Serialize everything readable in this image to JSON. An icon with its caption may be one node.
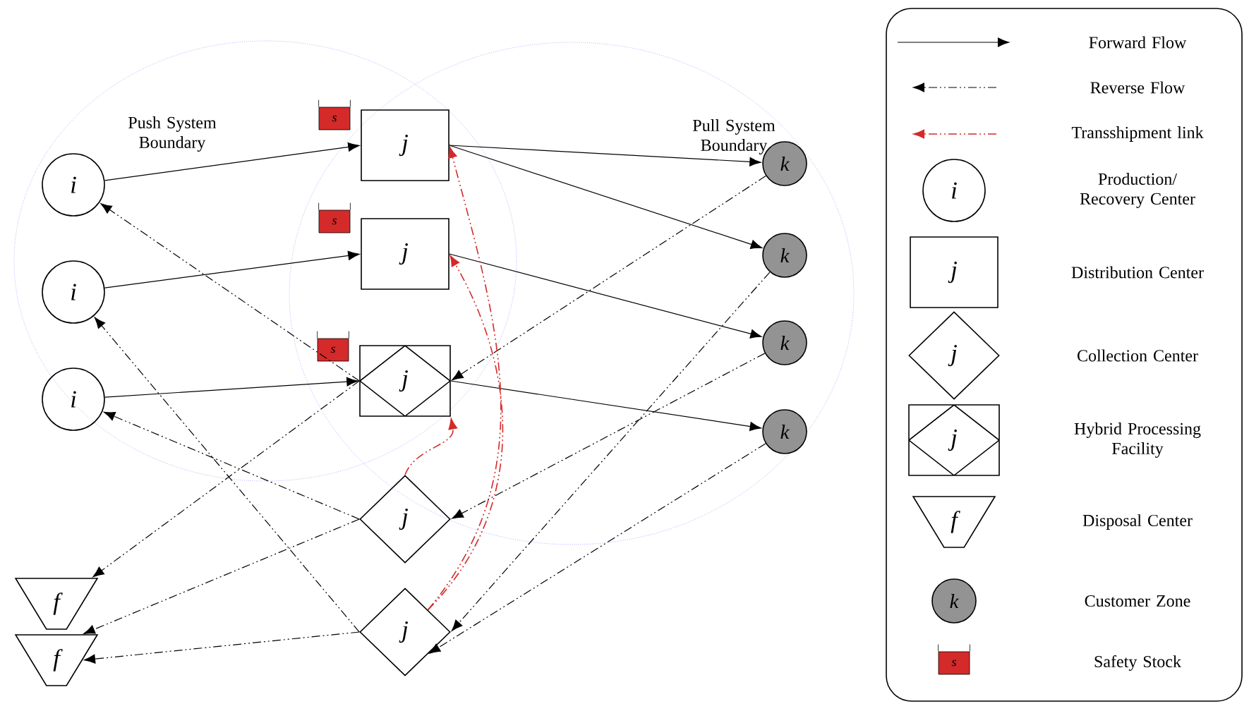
{
  "diagram": {
    "nodes": [
      {
        "text": [
          "Push System Boundary"
        ]
      },
      {
        "text": [
          "Pull System Boundary"
        ]
      },
      {
        "text": [
          "i"
        ],
        "in": 0
      },
      {
        "text": [
          "i"
        ],
        "in": 0
      },
      {
        "text": [
          "i"
        ],
        "in": 0
      },
      {
        "text": [
          "j"
        ]
      },
      {
        "text": [
          "j"
        ]
      },
      {
        "text": [
          "j"
        ]
      },
      {
        "text": [
          "j"
        ]
      },
      {
        "text": [
          "j"
        ]
      },
      {
        "text": [
          "k"
        ],
        "in": 1
      },
      {
        "text": [
          "k"
        ],
        "in": 1
      },
      {
        "text": [
          "k"
        ],
        "in": 1
      },
      {
        "text": [
          "k"
        ],
        "in": 1
      },
      {
        "text": [
          "f"
        ]
      },
      {
        "text": [
          "f"
        ]
      },
      {
        "text": [
          "s"
        ],
        "in": 0
      },
      {
        "text": [
          "s"
        ]
      },
      {
        "text": [
          "s"
        ]
      },
      {
        "text": [
          "i"
        ]
      },
      {
        "text": [
          "j"
        ]
      },
      {
        "text": [
          "j"
        ]
      },
      {
        "text": [
          "j"
        ]
      },
      {
        "text": [
          "f"
        ]
      },
      {
        "text": [
          "k"
        ]
      },
      {
        "text": [
          "s"
        ]
      }
    ],
    "edges": [
      {
        "from": 2,
        "to": 5,
        "arrow": "to"
      },
      {
        "from": 3,
        "to": 6,
        "arrow": "to"
      },
      {
        "from": 4,
        "to": 7,
        "arrow": "to"
      },
      {
        "from": 5,
        "to": 10,
        "arrow": "to"
      },
      {
        "from": 5,
        "to": 11,
        "arrow": "to"
      },
      {
        "from": 6,
        "to": 12,
        "arrow": "to"
      },
      {
        "from": 7,
        "to": 13,
        "arrow": "to"
      },
      {
        "from": 10,
        "to": 7,
        "arrow": "to",
        "style": "dashed"
      },
      {
        "from": 11,
        "to": 9,
        "arrow": "to",
        "style": "dashed"
      },
      {
        "from": 12,
        "to": 8,
        "arrow": "to",
        "style": "dashed"
      },
      {
        "from": 13,
        "to": 9,
        "arrow": "to",
        "style": "dashed"
      },
      {
        "from": 7,
        "to": 2,
        "arrow": "to",
        "style": "dashed"
      },
      {
        "from": 9,
        "to": 3,
        "arrow": "to",
        "style": "dashed"
      },
      {
        "from": 8,
        "to": 4,
        "arrow": "to",
        "style": "dashed"
      },
      {
        "from": 7,
        "to": 14,
        "arrow": "to",
        "style": "dashed"
      },
      {
        "from": 8,
        "to": 15,
        "arrow": "to",
        "style": "dashed"
      },
      {
        "from": 9,
        "to": 15,
        "arrow": "to",
        "style": "dashed"
      },
      {
        "from": 9,
        "to": 5,
        "arrow": "to",
        "style": "dashed",
        "color": "#d42a2a"
      },
      {
        "from": 9,
        "to": 6,
        "arrow": "to",
        "style": "dashed",
        "color": "#d42a2a"
      },
      {
        "from": 8,
        "to": 7,
        "arrow": "to",
        "style": "dashed",
        "color": "#d42a2a"
      }
    ],
    "legend": [
      {
        "text": "Forward Flow"
      },
      {
        "text": "Reverse Flow"
      },
      {
        "text": "Transshipment link"
      },
      {
        "text": "Production/ Recovery Center"
      },
      {
        "text": "Distribution Center"
      },
      {
        "text": "Collection Center"
      },
      {
        "text": "Hybrid Processing Facility"
      },
      {
        "text": "Disposal Center"
      },
      {
        "text": "Customer Zone"
      },
      {
        "text": "Safety Stock"
      }
    ]
  }
}
